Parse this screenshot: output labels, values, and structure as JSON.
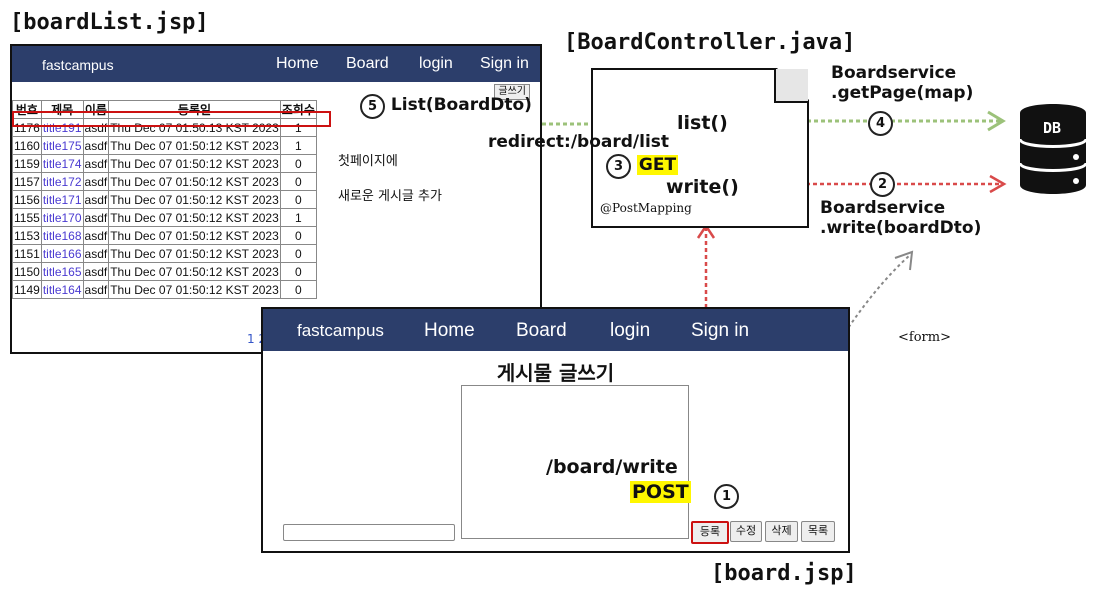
{
  "labels": {
    "board_list_title": "[boardList.jsp]",
    "controller_title": "[BoardController.java]",
    "board_jsp_title": "[board.jsp]",
    "step5": "List(BoardDto)",
    "step4_line1": "Boardservice",
    "step4_line2": ".getPage(map)",
    "step2_line1": "Boardservice",
    "step2_line2": ".write(boardDto)",
    "list_method": "list()",
    "write_method": "write()",
    "redirect": "redirect:/board/list",
    "get": "GET",
    "post_mapping": "@PostMapping",
    "board_write_url": "/board/write",
    "post": "POST",
    "form": "<form>",
    "note_line1": "첫페이지에",
    "note_line2": "새로운 게시글 추가",
    "db": "DB",
    "badge1": "1",
    "badge2": "2",
    "badge3": "3",
    "badge4": "4",
    "badge5": "5"
  },
  "list_window": {
    "nav": {
      "brand": "fastcampus",
      "home": "Home",
      "board": "Board",
      "login": "login",
      "signin": "Sign in"
    },
    "write_button": "글쓰기",
    "headers": [
      "번호",
      "제목",
      "이름",
      "등록일",
      "조회수"
    ],
    "rows": [
      [
        "1176",
        "title191",
        "asdf",
        "Thu Dec 07 01:50:13 KST 2023",
        "1"
      ],
      [
        "1160",
        "title175",
        "asdf",
        "Thu Dec 07 01:50:12 KST 2023",
        "1"
      ],
      [
        "1159",
        "title174",
        "asdf",
        "Thu Dec 07 01:50:12 KST 2023",
        "0"
      ],
      [
        "1157",
        "title172",
        "asdf",
        "Thu Dec 07 01:50:12 KST 2023",
        "0"
      ],
      [
        "1156",
        "title171",
        "asdf",
        "Thu Dec 07 01:50:12 KST 2023",
        "0"
      ],
      [
        "1155",
        "title170",
        "asdf",
        "Thu Dec 07 01:50:12 KST 2023",
        "1"
      ],
      [
        "1153",
        "title168",
        "asdf",
        "Thu Dec 07 01:50:12 KST 2023",
        "0"
      ],
      [
        "1151",
        "title166",
        "asdf",
        "Thu Dec 07 01:50:12 KST 2023",
        "0"
      ],
      [
        "1150",
        "title165",
        "asdf",
        "Thu Dec 07 01:50:12 KST 2023",
        "0"
      ],
      [
        "1149",
        "title164",
        "asdf",
        "Thu Dec 07 01:50:12 KST 2023",
        "0"
      ]
    ],
    "pager": "1 2"
  },
  "write_window": {
    "nav": {
      "brand": "fastcampus",
      "home": "Home",
      "board": "Board",
      "login": "login",
      "signin": "Sign in"
    },
    "title": "게시물 글쓰기",
    "buttons": {
      "register": "등록",
      "modify": "수정",
      "delete": "삭제",
      "list": "목록"
    }
  },
  "colors": {
    "nav": "#2c3e6b",
    "highlight": "#fff700",
    "red_arrow": "#d94a4a",
    "green_arrow": "#9cc27a",
    "gray_arrow": "#888888"
  }
}
